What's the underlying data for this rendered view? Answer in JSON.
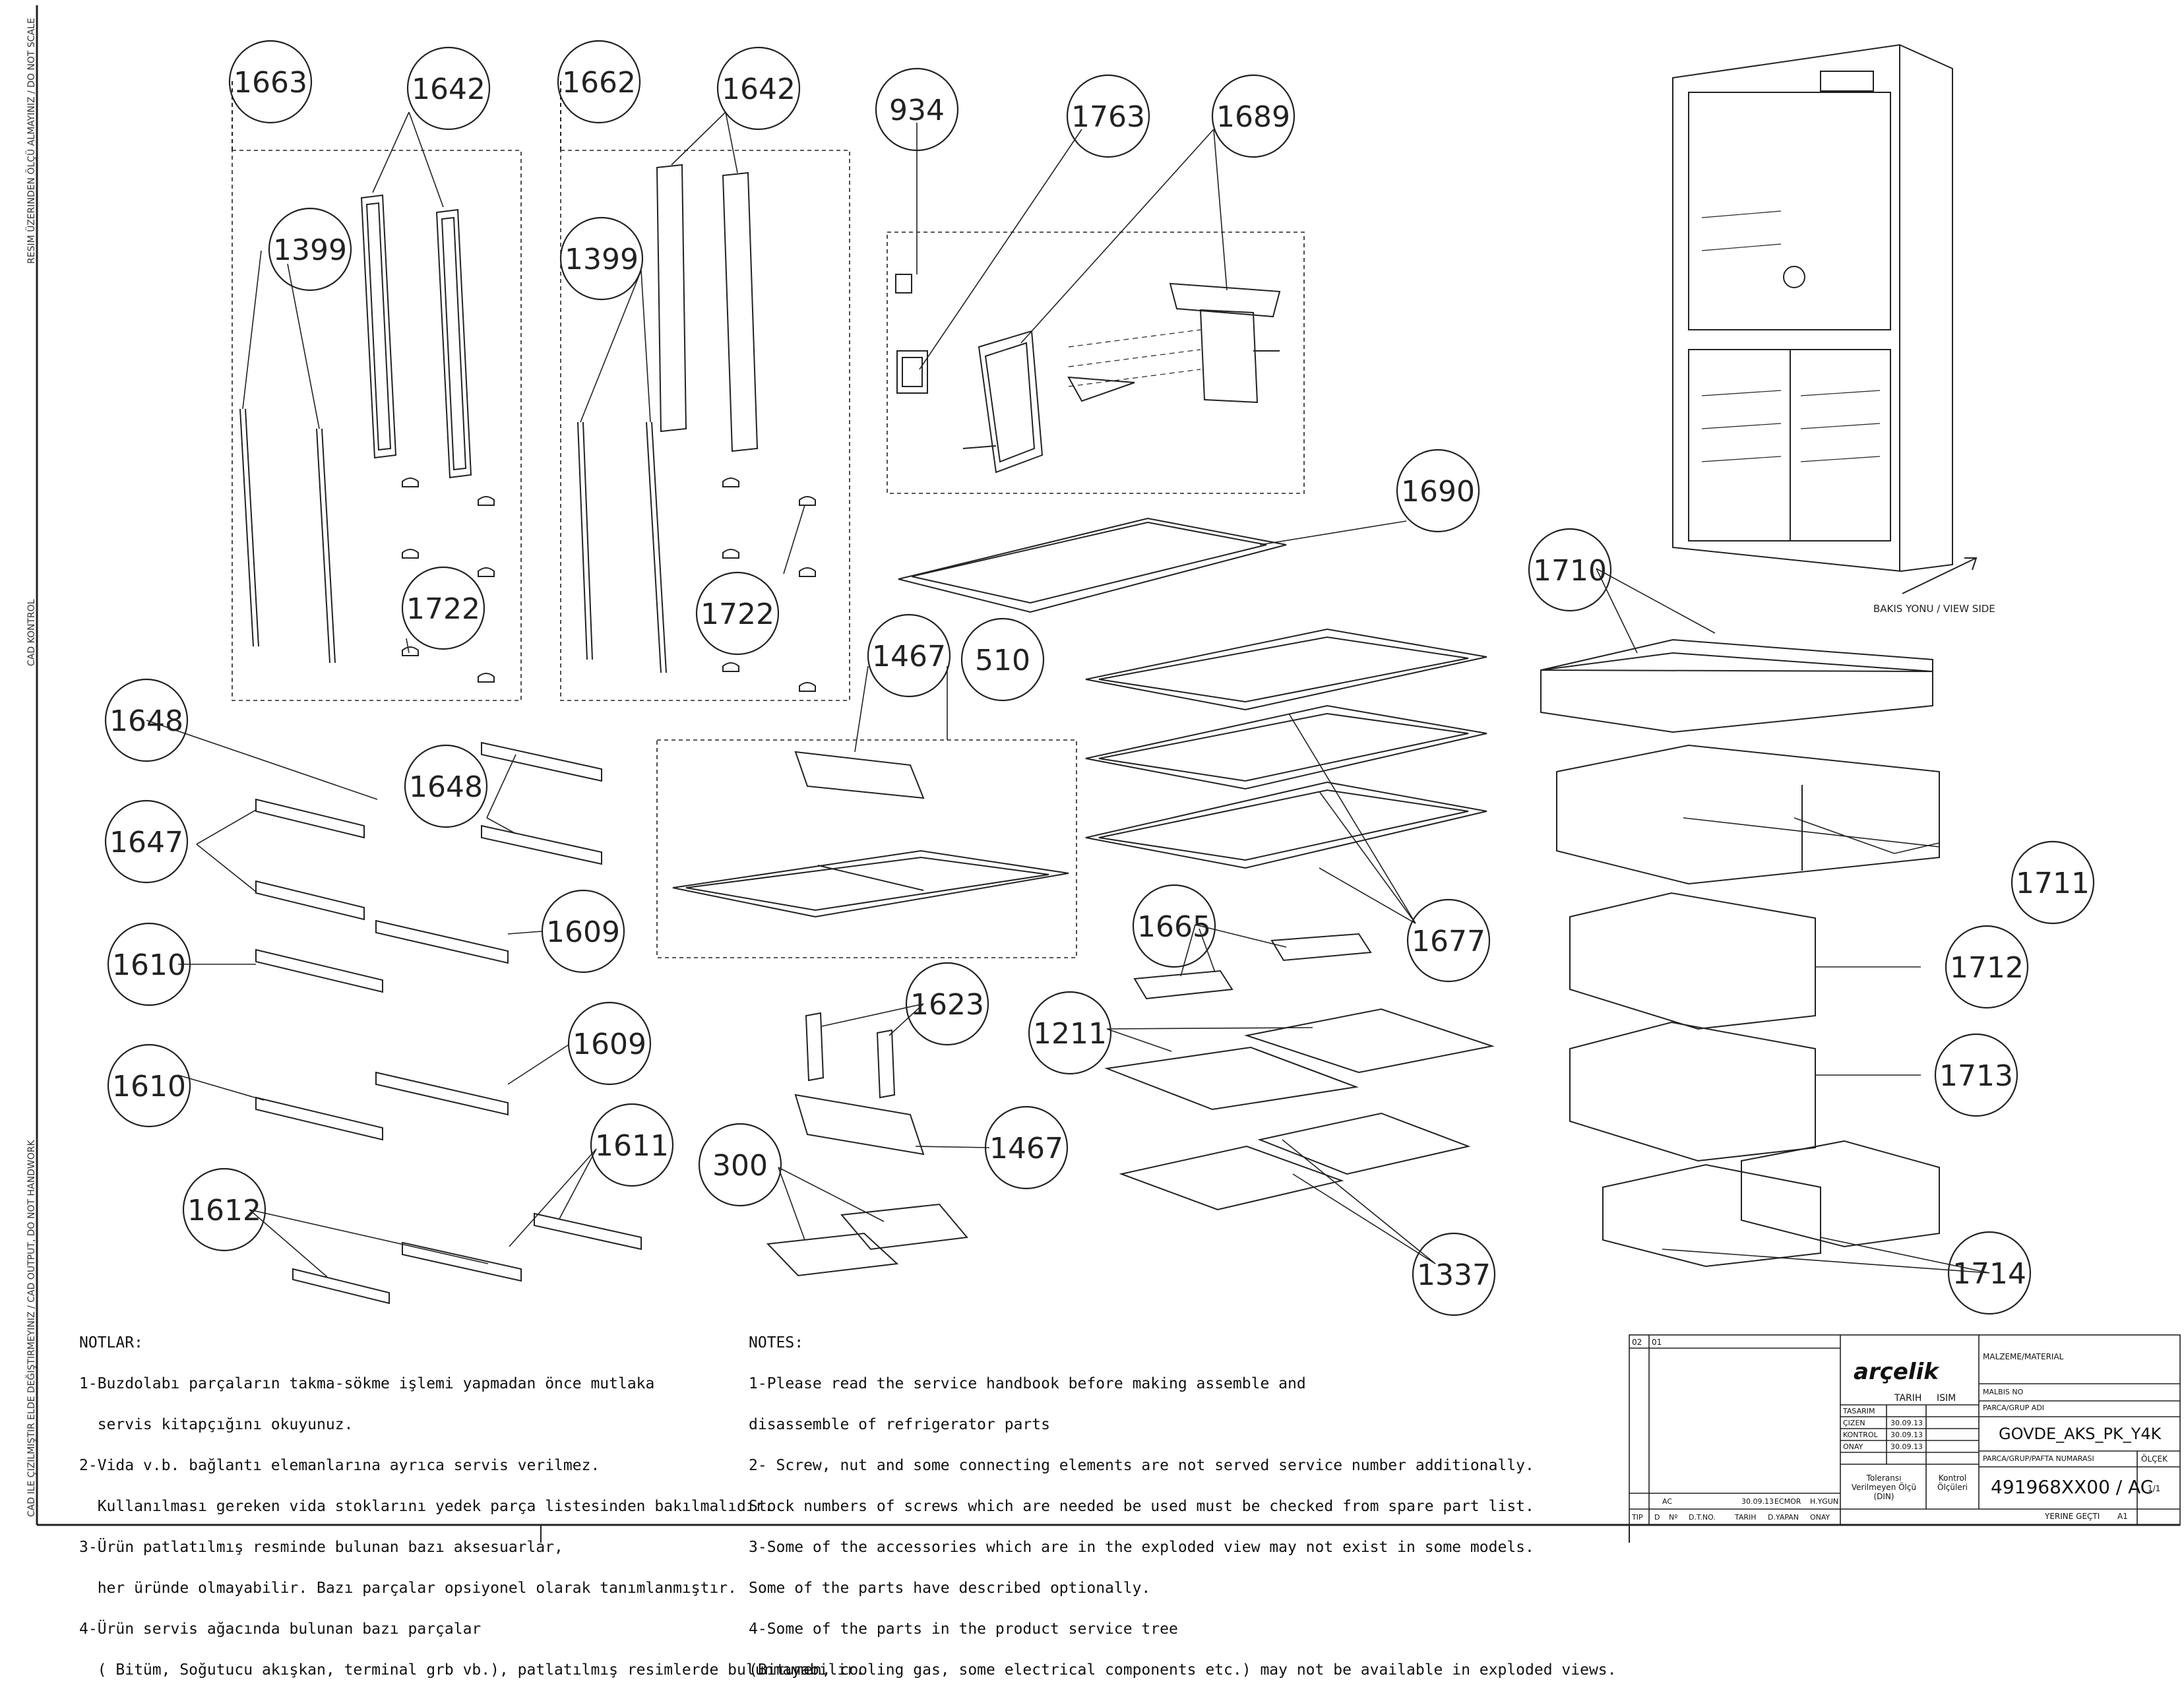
{
  "callouts": {
    "c1663": "1663",
    "c1642a": "1642",
    "c1662": "1662",
    "c1642b": "1642",
    "c934": "934",
    "c1763": "1763",
    "c1689": "1689",
    "c1399a": "1399",
    "c1399b": "1399",
    "c1722a": "1722",
    "c1722b": "1722",
    "c1690": "1690",
    "c1710": "1710",
    "c1648a": "1648",
    "c1648b": "1648",
    "c1647": "1647",
    "c1467a": "1467",
    "c510": "510",
    "c1609a": "1609",
    "c1610a": "1610",
    "c1711": "1711",
    "c1665": "1665",
    "c1677": "1677",
    "c1712": "1712",
    "c1623": "1623",
    "c1211": "1211",
    "c1609b": "1609",
    "c1610b": "1610",
    "c1713": "1713",
    "c1611": "1611",
    "c1467b": "1467",
    "c300": "300",
    "c1612": "1612",
    "c1337": "1337",
    "c1714": "1714"
  },
  "view_label": "BAKIS YONU / VIEW SIDE",
  "side_labels": {
    "top": "RESIM ÜZERINDEN ÖLÇÜ ALMAYINIZ / DO NOT SCALE",
    "middle": "CAD KONTROL",
    "bottom": "CAD ILE ÇIZILMIŞTIR ELDE DEĞIŞTIRMEYINIZ / CAD OUTPUT, DO NOT HANDWORK"
  },
  "notes_tr": {
    "title": "NOTLAR:",
    "l1": "1-Buzdolabı parçaların takma-sökme işlemi yapmadan önce mutlaka",
    "l2": "  servis kitapçığını okuyunuz.",
    "l3": "2-Vida v.b. bağlantı elemanlarına ayrıca servis verilmez.",
    "l4": "  Kullanılması gereken vida stoklarını yedek parça listesinden bakılmalıdır.",
    "l5": "3-Ürün patlatılmış resminde bulunan bazı aksesuarlar,",
    "l6": "  her üründe olmayabilir. Bazı parçalar opsiyonel olarak tanımlanmıştır.",
    "l7": "4-Ürün servis ağacında bulunan bazı parçalar",
    "l8": "  ( Bitüm, Soğutucu akışkan, terminal grb vb.), patlatılmış resimlerde bulunmayabilir."
  },
  "notes_en": {
    "title": "NOTES:",
    "l1": "1-Please read the service handbook before making assemble and",
    "l2": "disassemble of refrigerator parts",
    "l3": "2- Screw, nut and some connecting elements are not served service number additionally.",
    "l4": "Stock numbers of screws which are needed be used must be checked from spare part list.",
    "l5": "3-Some of the accessories which are in the exploded view may not exist in some models.",
    "l6": "Some of the parts have described optionally.",
    "l7": "4-Some of the parts in the product service tree",
    "l8": "(Bitumen, cooling gas, some electrical components etc.) may not be available in exploded views."
  },
  "title_block": {
    "brand": "arçelik",
    "malzeme_label": "MALZEME/MATERIAL",
    "malbis_label": "MALBIS NO",
    "parca_grup_label": "PARCA/GRUP ADI",
    "parca_grup_value": "GOVDE_AKS_PK_Y4K",
    "parca_no_label": "PARCA/GRUP/PAFTA NUMARASI",
    "parca_no_value": "491968XX00 / AC",
    "olcek_label": "ÖLÇEK",
    "olcek_value": "1/1",
    "tarih_label": "TARIH",
    "isim_label": "ISIM",
    "tasarim_label": "TASARIM",
    "cizen_label": "ÇIZEN",
    "cizen_date": "30.09.13",
    "kontrol_label": "KONTROL",
    "kontrol_date": "30.09.13",
    "onay_label": "ONAY",
    "onay_date": "30.09.13",
    "tolerans_label": "Toleransı Verilmeyen Ölçü (DIN)",
    "kontrol_olculeri": "Kontrol Ölçüleri",
    "yerine_gecti": "YERINE GEÇTI",
    "sheet_size": "A1",
    "rev_code": "AC",
    "rev_date": "30.09.13",
    "rev_by": "ECMOR",
    "rev_check": "H.YGUN",
    "rev_header_1": "02",
    "rev_header_2": "01",
    "col_tip": "TIP",
    "col_d": "D",
    "col_no": "Nº",
    "col_dtno": "D.T.NO.",
    "col_tarih": "TARIH",
    "col_dyapan": "D.YAPAN",
    "col_onay": "ONAY"
  }
}
